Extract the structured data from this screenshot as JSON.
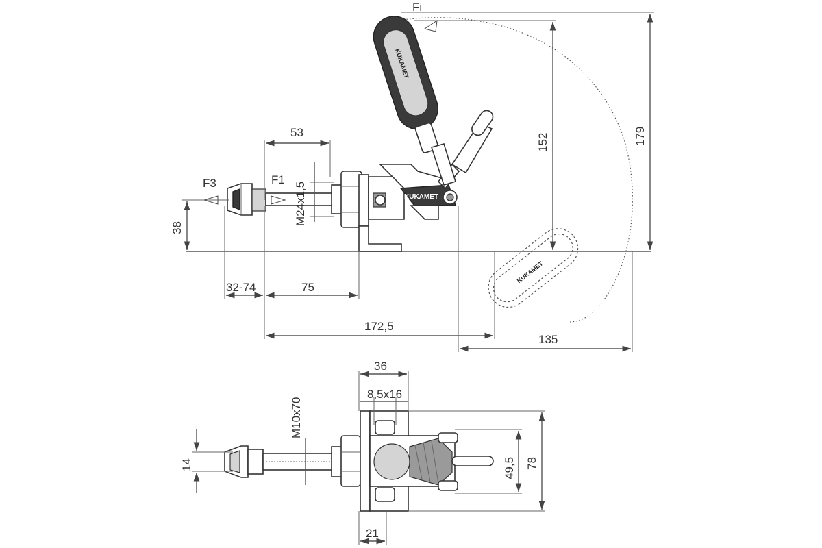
{
  "side_view": {
    "labels": {
      "handle_force": "Fi",
      "force_f1": "F1",
      "force_f3": "F3",
      "stroke_width": "53",
      "thread": "M24x1,5",
      "spindle_height": "38",
      "spindle_range": "32-74",
      "nut_offset": "75",
      "total_length": "172,5",
      "handle_reach": "135",
      "handle_height_closed": "152",
      "handle_height_open": "179"
    },
    "brand": "KUKAMET"
  },
  "top_view": {
    "labels": {
      "body_width": "36",
      "slot": "8,5x16",
      "spindle_thread": "M10x70",
      "spindle_dia": "14",
      "hole_spacing": "49,5",
      "base_height": "78",
      "base_width": "21"
    }
  }
}
